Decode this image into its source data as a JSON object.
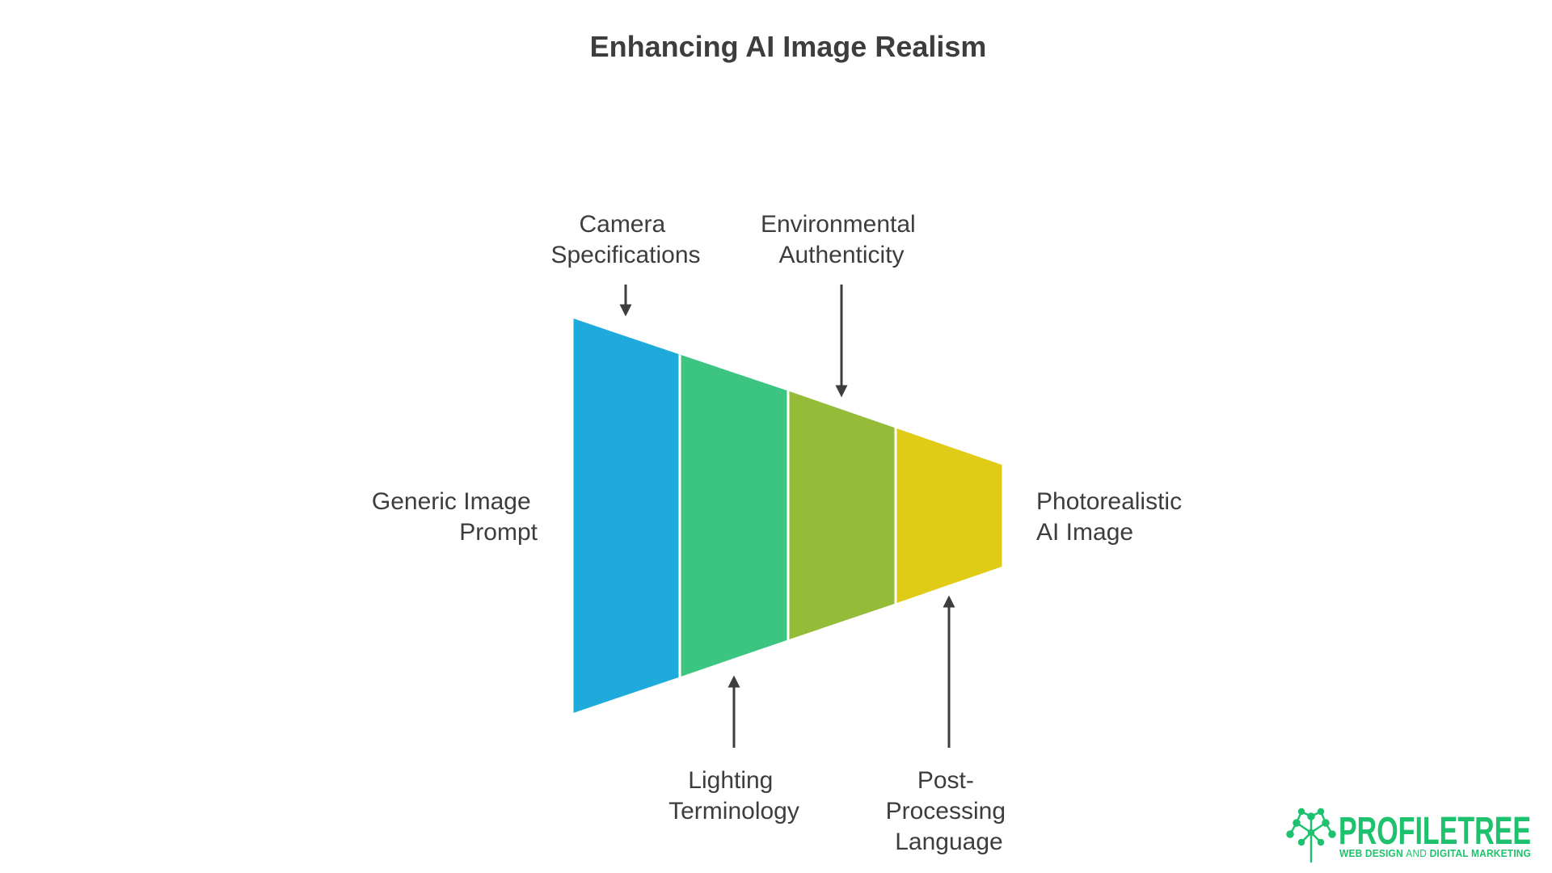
{
  "title": "Enhancing AI Image Realism",
  "input_label": [
    "Generic Image",
    "Prompt"
  ],
  "output_label": [
    "Photorealistic",
    "AI Image"
  ],
  "stages": [
    {
      "label": [
        "Camera",
        "Specifications"
      ],
      "color": "#1eabdb"
    },
    {
      "label": [
        "Lighting",
        "Terminology"
      ],
      "color": "#3cc581"
    },
    {
      "label": [
        "Environmental",
        "Authenticity"
      ],
      "color": "#94bc38"
    },
    {
      "label": [
        "Post-",
        "Processing",
        "Language"
      ],
      "color": "#e0cc17"
    }
  ],
  "colors": {
    "text": "#3d3d3d",
    "arrow": "#3d3d3d",
    "brand": "#1ec26e"
  },
  "logo": {
    "name": "PROFILETREE",
    "tagline_part1": "WEB DESIGN ",
    "tagline_and": "AND",
    "tagline_part2": " DIGITAL MARKETING",
    "icon": "tree-network-icon"
  }
}
